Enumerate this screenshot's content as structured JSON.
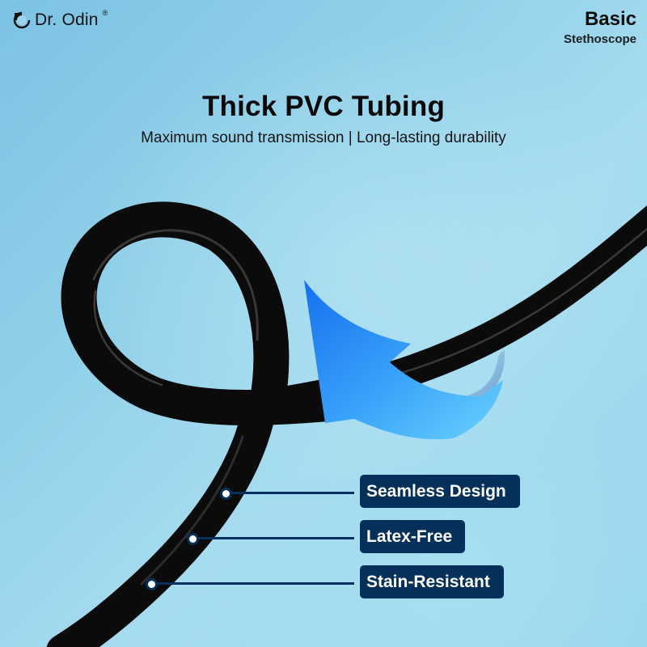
{
  "brand": {
    "logo_icon": "circle-quadrant-logo-icon",
    "name": "Dr. Odin",
    "registered_mark": "®"
  },
  "product": {
    "name": "Basic",
    "type": "Stethoscope"
  },
  "headline": {
    "title": "Thick PVC Tubing",
    "subtitle": "Maximum sound transmission | Long-lasting durability"
  },
  "illustration": {
    "subject": "black PVC stethoscope tubing with loop",
    "accent_arrow": "curved-blue-arrow-icon"
  },
  "features": [
    {
      "label": "Seamless Design"
    },
    {
      "label": "Latex-Free"
    },
    {
      "label": "Stain-Resistant"
    }
  ],
  "colors": {
    "background": "#9ad6ee",
    "badge": "#05305a",
    "badge_text": "#ffffff",
    "tube": "#0b0b0b",
    "arrow_start": "#1a78f0",
    "arrow_end": "#5cc8fb"
  }
}
